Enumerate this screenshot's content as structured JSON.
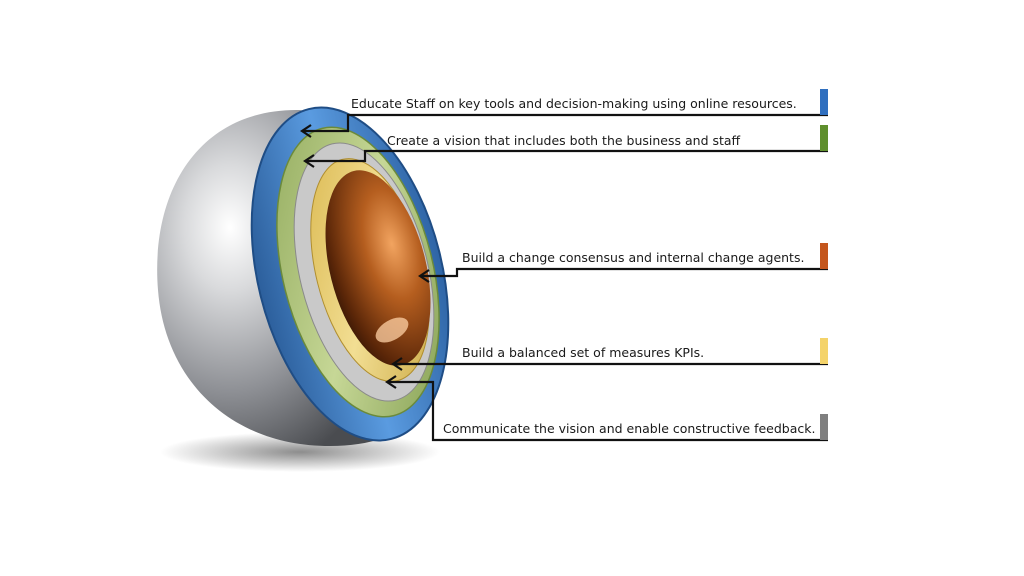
{
  "diagram": {
    "layers": [
      {
        "id": "shell",
        "color": "#c0c2c6"
      },
      {
        "id": "blue-ring",
        "color": "#3b78bd"
      },
      {
        "id": "green-ring",
        "color": "#a7c06b"
      },
      {
        "id": "gray-ring",
        "color": "#b9b9b9"
      },
      {
        "id": "yellow-ring",
        "color": "#e8cf73"
      },
      {
        "id": "core",
        "color": "#a4521b"
      }
    ],
    "callouts": [
      {
        "text": "Educate Staff on key tools and decision-making using online resources.",
        "color": "#2f6fbf",
        "layer": "blue-ring"
      },
      {
        "text": "Create a vision that includes both the business and staff",
        "color": "#5f8f2d",
        "layer": "green-ring"
      },
      {
        "text": "Build a change consensus and internal change agents.",
        "color": "#c4561d",
        "layer": "core"
      },
      {
        "text": "Build a balanced set of measures KPIs.",
        "color": "#f4d36a",
        "layer": "yellow-ring"
      },
      {
        "text": "Communicate the vision and enable constructive feedback.",
        "color": "#7f7f7f",
        "layer": "gray-ring"
      }
    ]
  }
}
